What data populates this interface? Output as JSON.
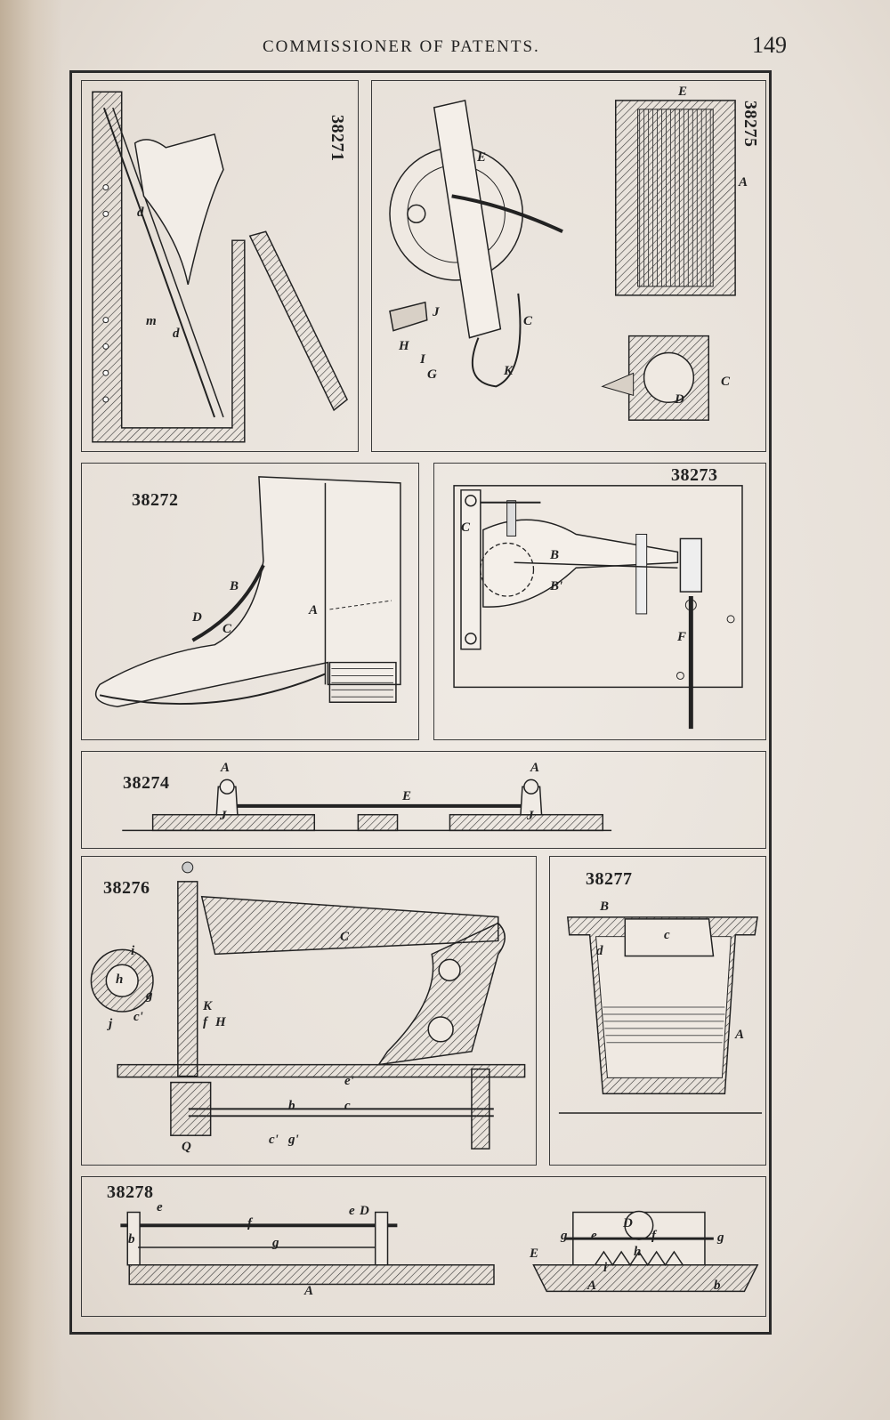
{
  "header": {
    "title": "COMMISSIONER OF PATENTS.",
    "page_number": "149"
  },
  "figures": {
    "fig_38271": "38271",
    "fig_38275": "38275",
    "fig_38272": "38272",
    "fig_38273": "38273",
    "fig_38274": "38274",
    "fig_38276": "38276",
    "fig_38277": "38277",
    "fig_38278": "38278"
  },
  "letters": {
    "p38271": [
      "d",
      "m",
      "d"
    ],
    "p38275_top": [
      "E",
      "C",
      "J",
      "H",
      "I",
      "G",
      "K"
    ],
    "p38275_right": [
      "E",
      "A",
      "C",
      "D"
    ],
    "p38272": [
      "B",
      "D",
      "C",
      "A"
    ],
    "p38273": [
      "C",
      "B",
      "B'",
      "F"
    ],
    "p38274": [
      "A",
      "A",
      "E",
      "J",
      "J"
    ],
    "p38276": [
      "C",
      "i",
      "h",
      "g",
      "j",
      "c'",
      "K",
      "f",
      "H",
      "e'",
      "b",
      "c",
      "Q",
      "c'",
      "g'"
    ],
    "p38277": [
      "B",
      "c",
      "d",
      "A"
    ],
    "p38278": [
      "e",
      "e",
      "D",
      "f",
      "g",
      "b",
      "A",
      "E",
      "g",
      "e",
      "D",
      "f",
      "g",
      "h",
      "i",
      "A",
      "b"
    ]
  }
}
